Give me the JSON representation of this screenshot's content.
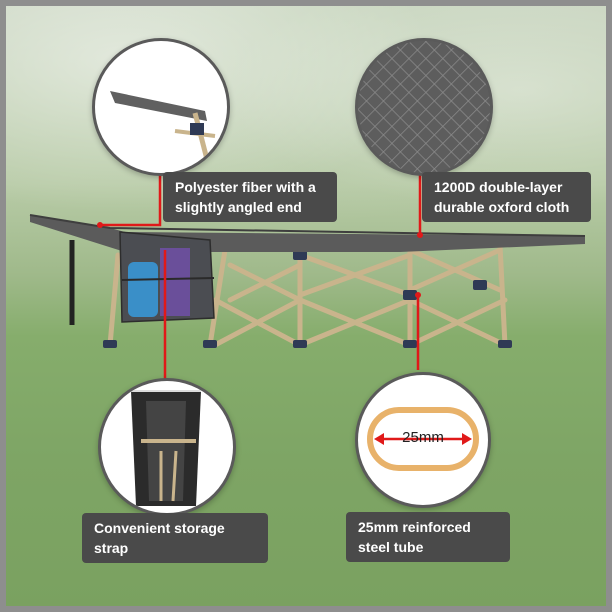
{
  "callouts": {
    "end": "Polyester fiber with a slightly angled end",
    "cloth": "1200D double-layer durable oxford cloth",
    "strap": "Convenient storage strap",
    "tube": "25mm reinforced steel tube"
  },
  "tube_measure": "25mm",
  "colors": {
    "label_bg": "#4a4a4a",
    "callout_line": "#e01919",
    "tube_ring": "#e8b26a",
    "fabric": "#5b5b5b",
    "frame_tan": "#c8b48e"
  }
}
